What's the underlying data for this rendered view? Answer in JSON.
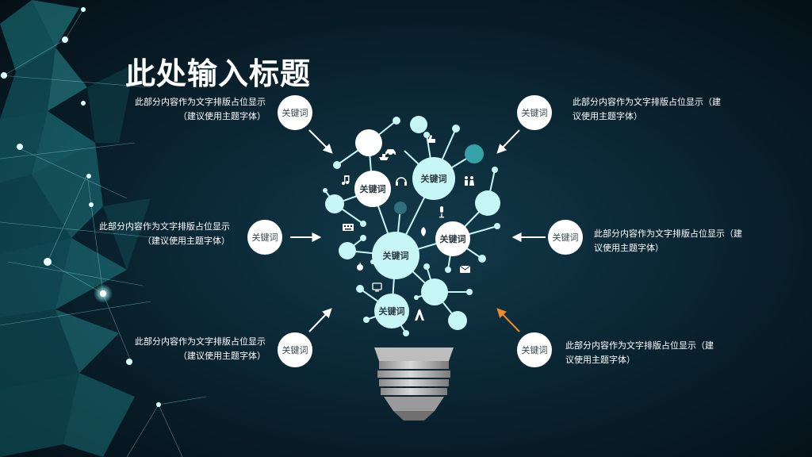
{
  "title": "此处输入标题",
  "keyword_label": "关键词",
  "callouts": [
    {
      "id": "top-left",
      "line1": "此部分内容作为文字排版占位显示",
      "line2": "（建议使用主题字体）"
    },
    {
      "id": "mid-left",
      "line1": "此部分内容作为文字排版占位显示",
      "line2": "（建议使用主题字体）"
    },
    {
      "id": "bottom-left",
      "line1": "此部分内容作为文字排版占位显示",
      "line2": "（建议使用主题字体）"
    },
    {
      "id": "top-right",
      "line1": "此部分内容作为文字排版占位显示（建",
      "line2": "议使用主题字体）"
    },
    {
      "id": "mid-right",
      "line1": "此部分内容作为文字排版占位显示（建",
      "line2": "议使用主题字体）"
    },
    {
      "id": "bottom-right",
      "line1": "此部分内容作为文字排版占位显示（建",
      "line2": "议使用主题字体）"
    }
  ],
  "bulb": {
    "hub_labels": [
      "关键词",
      "关键词",
      "关键词",
      "关键词",
      "关键词"
    ],
    "icons": [
      "music-note-icon",
      "headphones-icon",
      "people-icon",
      "microphone-icon",
      "leaf-icon",
      "car-icon",
      "keyboard-icon",
      "tv-icon",
      "apple-icon",
      "envelope-icon",
      "eiffel-tower-icon",
      "thumbs-up-icon",
      "ship-icon"
    ]
  },
  "colors": {
    "node_fill": "#c7f6f6",
    "accent_teal": "#35a3a8",
    "arrow_orange": "#f08a2c",
    "keyword_circle": "#ffffff"
  }
}
